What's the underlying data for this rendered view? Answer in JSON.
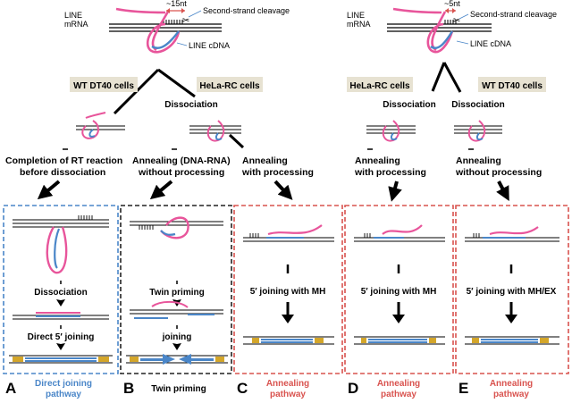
{
  "top_left": {
    "gap_label": "~15nt",
    "cleavage_label": "Second-strand cleavage",
    "mrna_label_line1": "LINE",
    "mrna_label_line2": "mRNA",
    "cdna_label": "LINE cDNA"
  },
  "top_right": {
    "gap_label": "~5nt",
    "cleavage_label": "Second-strand cleavage",
    "mrna_label_line1": "LINE",
    "mrna_label_line2": "mRNA",
    "cdna_label": "LINE cDNA"
  },
  "cell_tags": {
    "left_wt": "WT DT40 cells",
    "left_hela": "HeLa-RC cells",
    "right_hela": "HeLa-RC cells",
    "right_wt": "WT DT40 cells"
  },
  "dissociation": {
    "left": "Dissociation",
    "right1": "Dissociation",
    "right2": "Dissociation"
  },
  "branch_labels": {
    "a_line1": "Completion of RT reaction",
    "a_line2": "before dissociation",
    "b_line1": "Annealing (DNA-RNA)",
    "b_line2": "without processing",
    "c_line1": "Annealing",
    "c_line2": "with processing",
    "d_line1": "Annealing",
    "d_line2": "with processing",
    "e_line1": "Annealing",
    "e_line2": "without processing"
  },
  "panels": {
    "a": {
      "step1": "Dissociation",
      "step2": "Direct 5′ joining"
    },
    "b": {
      "step1": "Twin priming",
      "step2": "joining"
    },
    "c": {
      "step1": "5′ joining with MH"
    },
    "d": {
      "step1": "5′ joining with MH"
    },
    "e": {
      "step1": "5′ joining with MH/EX"
    }
  },
  "bottom": {
    "a_letter": "A",
    "a_pw1": "Direct joining",
    "a_pw2": "pathway",
    "b_letter": "B",
    "b_pw1": "Twin priming",
    "c_letter": "C",
    "c_pw1": "Annealing",
    "c_pw2": "pathway",
    "d_letter": "D",
    "d_pw1": "Annealing",
    "d_pw2": "pathway",
    "e_letter": "E",
    "e_pw1": "Annealing",
    "e_pw2": "pathway"
  },
  "colors": {
    "rna_pink": "#e8559b",
    "cdna_blue": "#4a86c8",
    "panel_blue_border": "#4a86c8",
    "panel_black_border": "#222222",
    "panel_red_border": "#d9534f",
    "cleavage_red": "#d9534f",
    "tag_bg": "#e7e2d2",
    "mh_yellow": "#d4a62a"
  }
}
